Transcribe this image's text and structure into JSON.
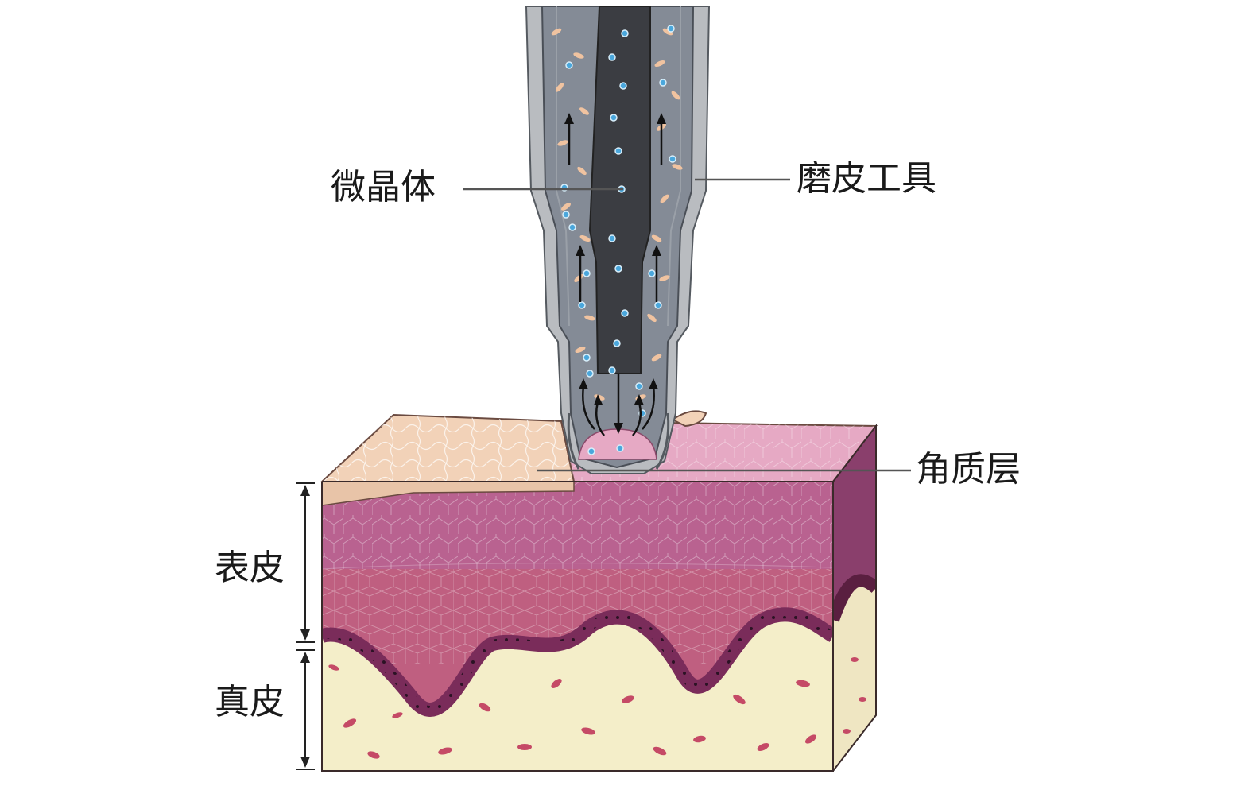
{
  "labels": {
    "microcrystal": "微晶体",
    "dermabrasion_tool": "磨皮工具",
    "stratum_corneum": "角质层",
    "epidermis": "表皮",
    "dermis": "真皮"
  },
  "colors": {
    "tool_outer": "#b9bcc0",
    "tool_channel": "#848b96",
    "tool_core": "#3b3d42",
    "crystal_blue": "#4aa7dc",
    "crystal_peach": "#f0c3a0",
    "stratum_corneum_peeled": "#f2d2b8",
    "stratum_corneum_fresh": "#e6a9c4",
    "epidermis_top": "#b96290",
    "epidermis_bottom": "#bf5f80",
    "basal_layer": "#7a2c5a",
    "dermis": "#f4eec9",
    "dermis_cells": "#c54a66",
    "side_face": "#8a3f6c",
    "leader_line": "#555555"
  },
  "icons": [
    "up-arrow-icon",
    "down-arrow-icon",
    "dimension-arrow-icon"
  ]
}
